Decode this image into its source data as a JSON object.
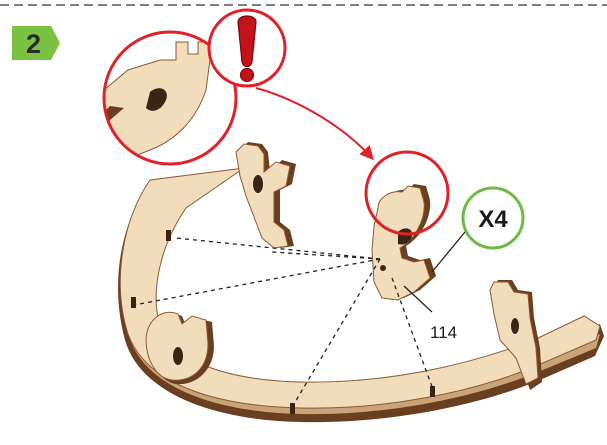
{
  "step": {
    "number": "2"
  },
  "callouts": {
    "count_label": "X4",
    "part_number": "114",
    "warning_symbol": "!"
  },
  "icons": {
    "warning": "exclamation-icon",
    "step_badge": "step-badge-icon"
  },
  "colors": {
    "step_badge": "#7cc242",
    "count_circle": "#6dbb45",
    "warning_circle": "#e2202a",
    "arrow": "#e2202a",
    "wood_face": "#f1dcbc",
    "wood_edge": "#6a3f20",
    "dashed_guide": "#222222"
  }
}
